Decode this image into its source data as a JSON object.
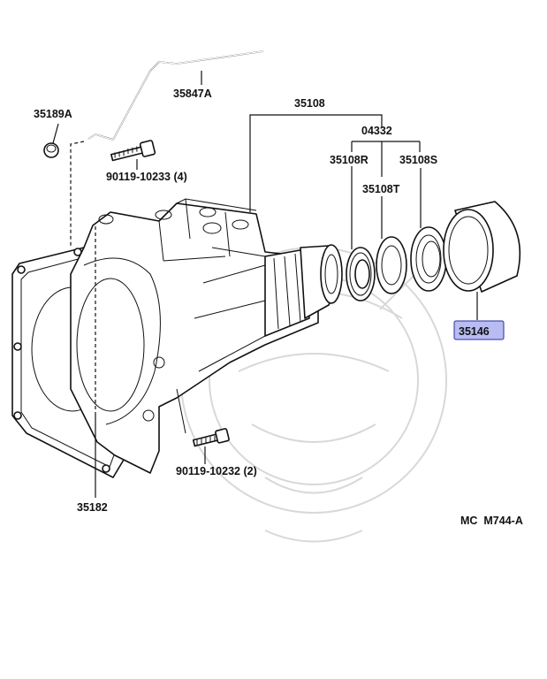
{
  "callouts": {
    "tube": "35847A",
    "plug": "35189A",
    "housing_assy": "35108",
    "kit": "04332",
    "seal_r": "35108R",
    "seal_s": "35108S",
    "spacer_t": "35108T",
    "bolt_top": "90119-10233 (4)",
    "bolt_bottom": "90119-10232 (2)",
    "gasket": "35182",
    "sleeve": "35146"
  },
  "figure_code": "MC  M744-A",
  "highlight_color": "#b8bcf2"
}
